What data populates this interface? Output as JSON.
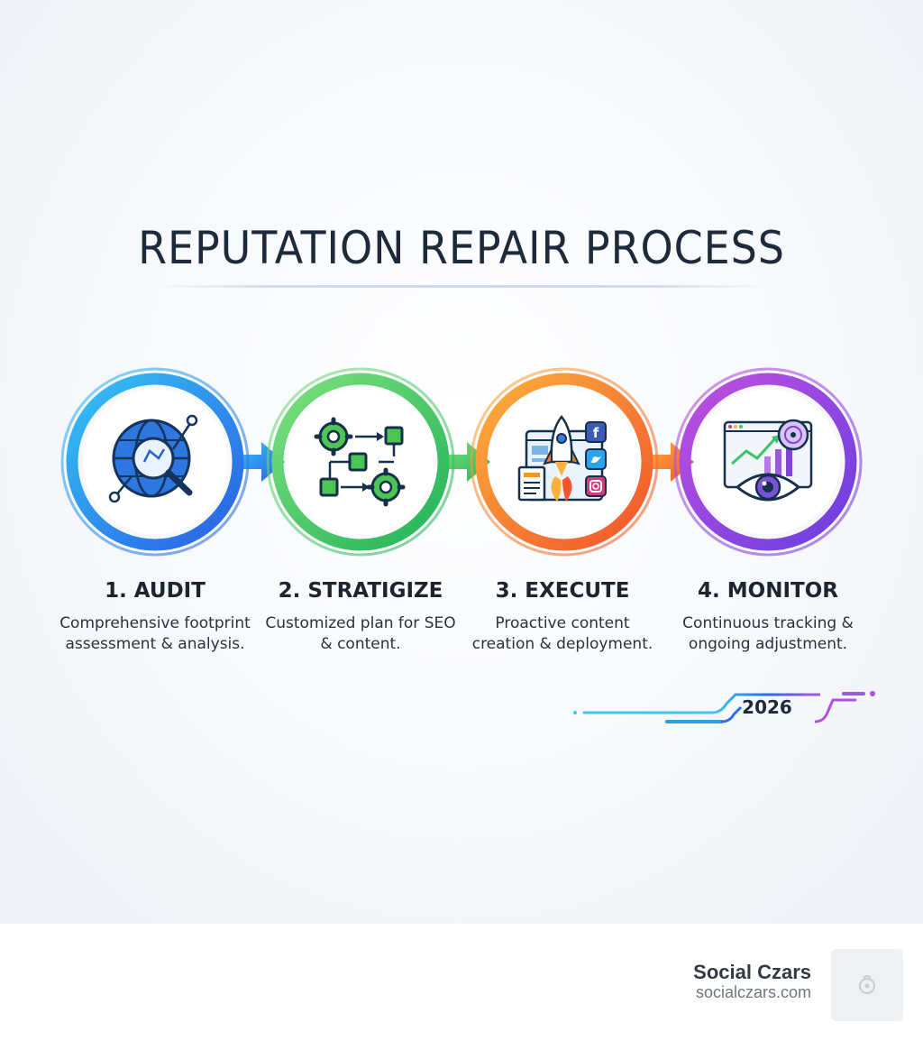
{
  "title": "REPUTATION REPAIR PROCESS",
  "steps": [
    {
      "label": "1. AUDIT",
      "description": "Comprehensive footprint assessment & analysis.",
      "icon": "globe-magnifier-icon",
      "color": "#2f86f0"
    },
    {
      "label": "2. STRATIGIZE",
      "description": "Customized plan for SEO & content.",
      "icon": "gears-flowchart-icon",
      "color": "#3cc26a"
    },
    {
      "label": "3. EXECUTE",
      "description": "Proactive content creation & deployment.",
      "icon": "rocket-social-icon",
      "color": "#f4762a"
    },
    {
      "label": "4. MONITOR",
      "description": "Continuous tracking & ongoing adjustment.",
      "icon": "eye-analytics-icon",
      "color": "#8b45d8"
    }
  ],
  "year": "2026",
  "footer": {
    "brand": "Social Czars",
    "url": "socialczars.com"
  }
}
